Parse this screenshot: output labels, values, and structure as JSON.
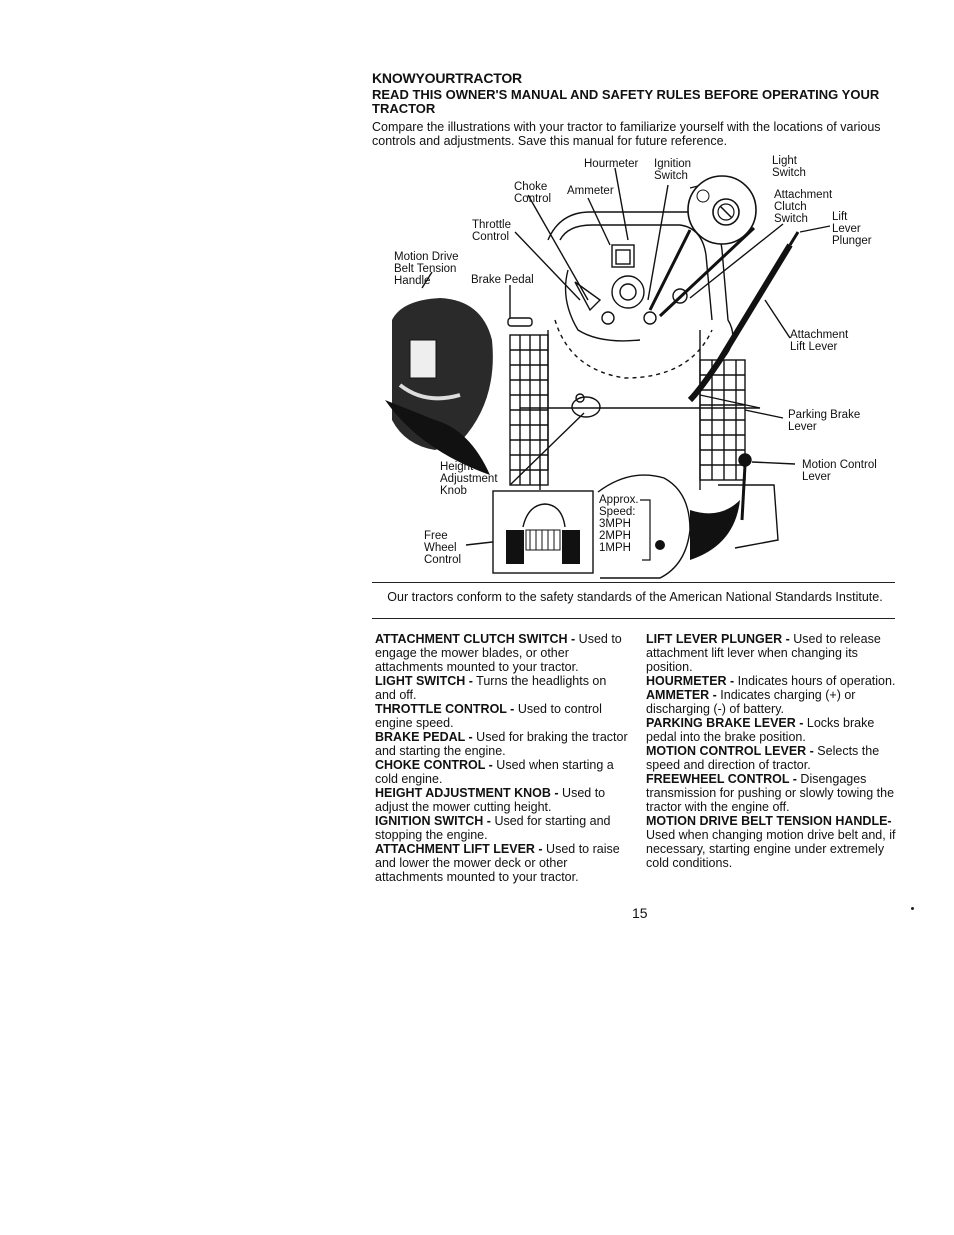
{
  "heading": "KNOWYOURTRACTOR",
  "subheading": "READ THIS OWNER'S MANUAL AND SAFETY RULES BEFORE OPERATING YOUR TRACTOR",
  "intro": "Compare the illustrations with your tractor to familiarize yourself with the locations of various controls and adjustments.  Save this manual for future reference.",
  "figure_labels": {
    "hourmeter": "Hourmeter",
    "ignition_switch": "Ignition\nSwitch",
    "light_switch": "Light\nSwitch",
    "choke_control": "Choke\nControl",
    "ammeter": "Ammeter",
    "attachment_clutch_switch": "Attachment\nClutch\nSwitch",
    "lift_lever_plunger": "Lift\nLever\nPlunger",
    "throttle_control": "Throttle\nControl",
    "motion_drive_belt_tension_handle": "Motion Drive\nBelt Tension\nHandle",
    "brake_pedal": "Brake Pedal",
    "attachment_lift_lever": "Attachment\nLift Lever",
    "parking_brake_lever": "Parking Brake\nLever",
    "motion_control_lever": "Motion Control\nLever",
    "height_adjustment_knob": "Height\nAdjustment\nKnob",
    "free_wheel_control": "Free\nWheel\nControl",
    "approx_speed": "Approx.\nSpeed:\n3MPH\n2MPH\n1MPH"
  },
  "caption": "Our tractors conform to the safety standards of the American National Standards Institute.",
  "left_column": [
    {
      "term": "ATTACHMENT CLUTCH SWITCH -",
      "desc": " Used to engage the mower blades, or other attachments mounted to your tractor."
    },
    {
      "term": "LIGHT SWITCH -",
      "desc": " Turns the headlights on and off."
    },
    {
      "term": "THROTTLE CONTROL -",
      "desc": " Used to control engine speed."
    },
    {
      "term": "BRAKE PEDAL -",
      "desc": " Used for braking the tractor and starting the engine."
    },
    {
      "term": "CHOKE CONTROL -",
      "desc": " Used when starting a cold engine."
    },
    {
      "term": "HEIGHT ADJUSTMENT KNOB -",
      "desc": " Used to adjust the mower cutting height."
    },
    {
      "term": "IGNITION SWITCH -",
      "desc": " Used for starting and stopping the engine."
    },
    {
      "term": "ATTACHMENT LIFT LEVER -",
      "desc": " Used to raise and lower the mower deck or other attachments mounted to your tractor."
    }
  ],
  "right_column": [
    {
      "term": "LIFT LEVER PLUNGER -",
      "desc": " Used to release attachment lift lever when changing its position."
    },
    {
      "term": "HOURMETER -",
      "desc": " Indicates hours of operation."
    },
    {
      "term": "AMMETER -",
      "desc": " Indicates charging (+) or discharging (-) of battery."
    },
    {
      "term": "PARKING BRAKE LEVER -",
      "desc": " Locks brake pedal into the brake position."
    },
    {
      "term": "MOTION CONTROL LEVER -",
      "desc": " Selects the speed and direction of tractor."
    },
    {
      "term": "FREEWHEEL CONTROL -",
      "desc": " Disengages transmission for pushing or slowly towing the tractor with the engine off."
    },
    {
      "term": "MOTION DRIVE BELT TENSION HANDLE-",
      "desc": "Used when changing motion drive belt and, if necessary, starting engine under extremely cold conditions."
    }
  ],
  "page_number": "15"
}
